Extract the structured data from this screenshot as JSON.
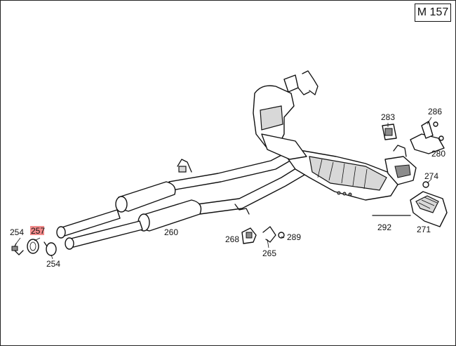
{
  "diagram": {
    "model_code": "M 157",
    "highlight_color": "#f28b8b",
    "callouts": [
      {
        "id": "254a",
        "text": "254"
      },
      {
        "id": "257",
        "text": "257",
        "highlighted": true
      },
      {
        "id": "254b",
        "text": "254"
      },
      {
        "id": "260",
        "text": "260"
      },
      {
        "id": "268",
        "text": "268"
      },
      {
        "id": "265",
        "text": "265"
      },
      {
        "id": "289",
        "text": "289"
      },
      {
        "id": "283",
        "text": "283"
      },
      {
        "id": "286",
        "text": "286"
      },
      {
        "id": "280",
        "text": "280"
      },
      {
        "id": "274",
        "text": "274"
      },
      {
        "id": "292",
        "text": "292"
      },
      {
        "id": "271",
        "text": "271"
      }
    ]
  }
}
